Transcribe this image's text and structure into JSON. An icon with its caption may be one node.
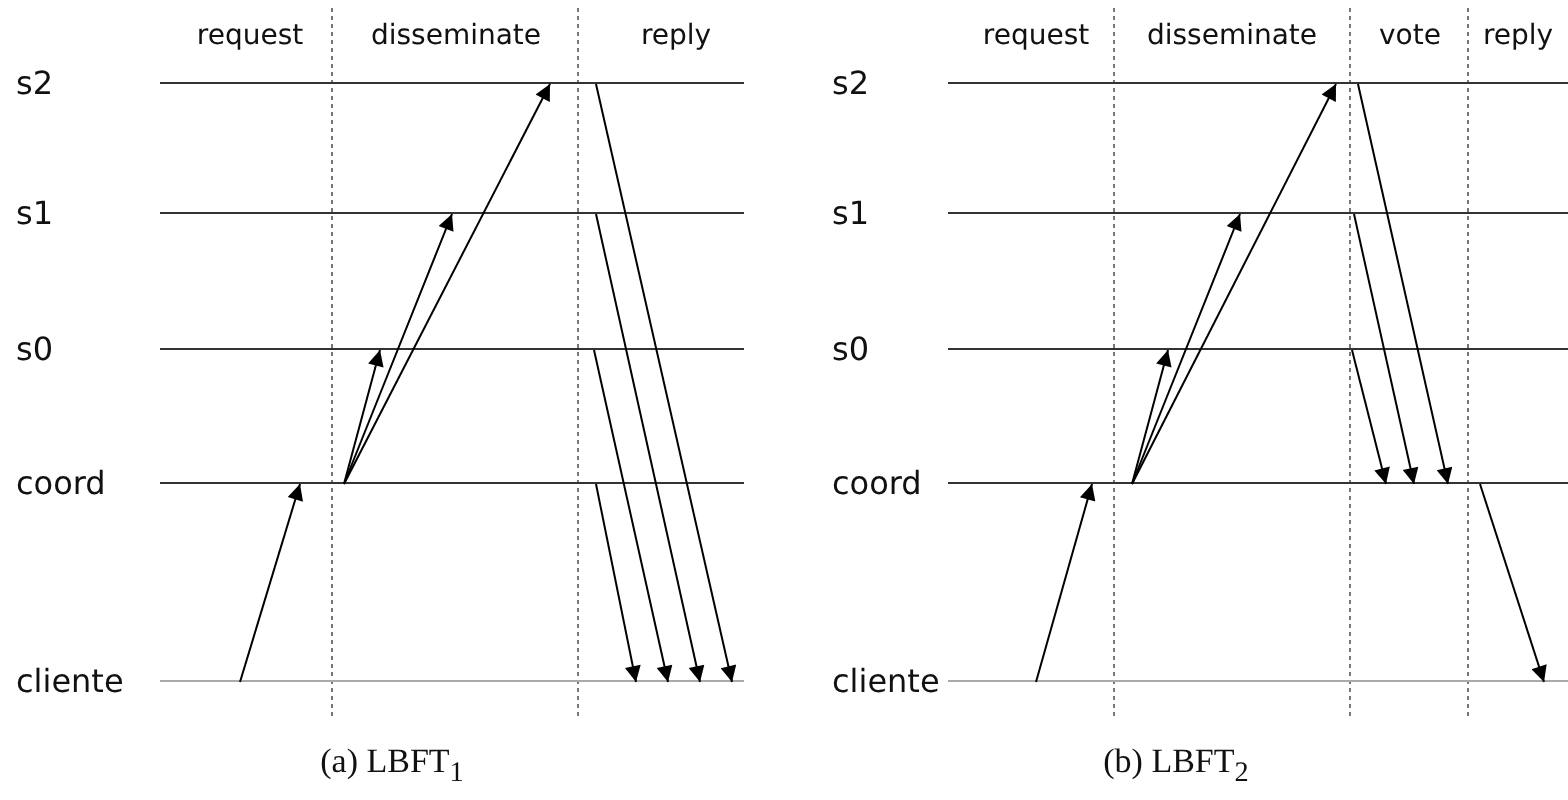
{
  "diagram": {
    "nodes": [
      {
        "text": [
          "s2"
        ]
      },
      {
        "text": [
          "s1"
        ]
      },
      {
        "text": [
          "s0"
        ]
      },
      {
        "text": [
          "coord"
        ]
      },
      {
        "text": [
          "cliente"
        ]
      },
      {
        "text": [
          "s2"
        ]
      },
      {
        "text": [
          "s1"
        ]
      },
      {
        "text": [
          "s0"
        ]
      },
      {
        "text": [
          "coord"
        ]
      },
      {
        "text": [
          "cliente"
        ]
      }
    ],
    "edges": [
      {
        "from": 4,
        "to": 3,
        "arrow": "to"
      },
      {
        "from": 3,
        "to": 2,
        "arrow": "to"
      },
      {
        "from": 3,
        "to": 1,
        "arrow": "to"
      },
      {
        "from": 3,
        "to": 0,
        "arrow": "to"
      },
      {
        "from": 3,
        "to": 4,
        "arrow": "to"
      },
      {
        "from": 2,
        "to": 4,
        "arrow": "to"
      },
      {
        "from": 1,
        "to": 4,
        "arrow": "to"
      },
      {
        "from": 0,
        "to": 4,
        "arrow": "to"
      },
      {
        "from": 9,
        "to": 8,
        "arrow": "to"
      },
      {
        "from": 8,
        "to": 7,
        "arrow": "to"
      },
      {
        "from": 8,
        "to": 6,
        "arrow": "to"
      },
      {
        "from": 8,
        "to": 5,
        "arrow": "to"
      },
      {
        "from": 7,
        "to": 8,
        "arrow": "to"
      },
      {
        "from": 6,
        "to": 8,
        "arrow": "to"
      },
      {
        "from": 5,
        "to": 8,
        "arrow": "to"
      },
      {
        "from": 8,
        "to": 9,
        "arrow": "to"
      }
    ],
    "labels": [
      "request",
      "disseminate",
      "reply",
      "request",
      "disseminate",
      "vote",
      "reply",
      "(a) LBFT$_{1}$",
      "(b) LBFT$_{2}$"
    ]
  }
}
